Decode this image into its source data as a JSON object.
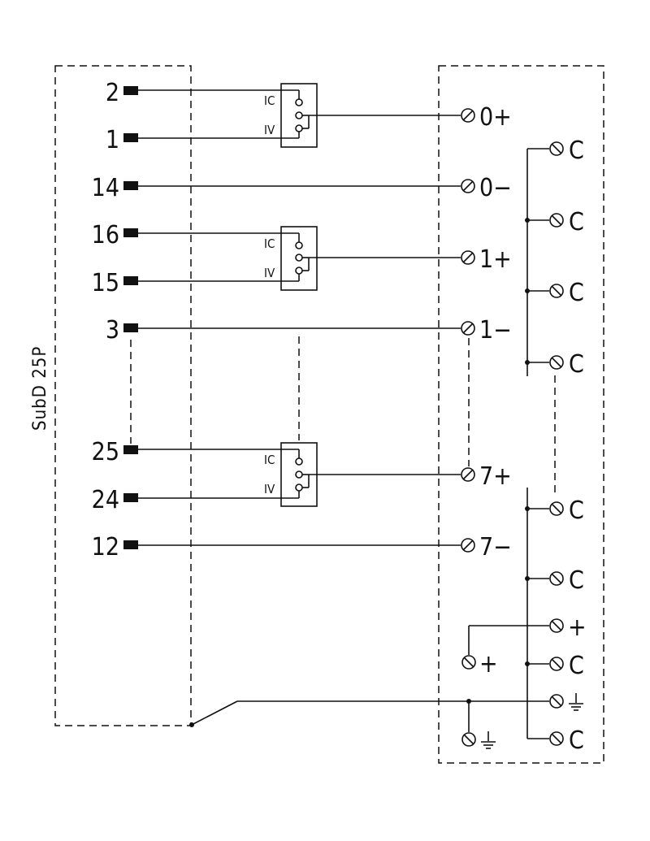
{
  "connector": {
    "label": "SubD 25P"
  },
  "pins": [
    "2",
    "1",
    "14",
    "16",
    "15",
    "3",
    "25",
    "24",
    "12"
  ],
  "converter_labels": {
    "current": "IC",
    "voltage": "IV"
  },
  "terminals": [
    "0+",
    "0−",
    "1+",
    "1−",
    "7+",
    "7−"
  ],
  "common_terminals": [
    "C",
    "C",
    "C",
    "C",
    "C",
    "C",
    "C",
    "C"
  ],
  "power_terminals": {
    "plus": "+",
    "plus_small": "+"
  },
  "ground_symbol": "⏚"
}
